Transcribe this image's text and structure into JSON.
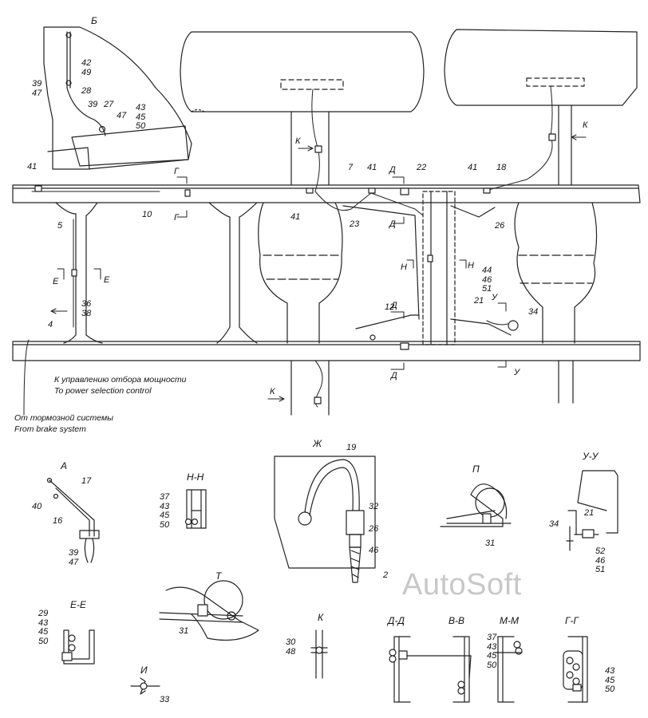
{
  "labels": {
    "n7": "7",
    "n41a": "41",
    "n41b": "41",
    "n41c": "41",
    "n41d": "41",
    "n22": "22",
    "n18": "18",
    "n10": "10",
    "n23": "23",
    "n26": "26",
    "n5": "5",
    "n12": "12",
    "n21": "21",
    "n34": "34",
    "n4": "4",
    "n39": "39",
    "n47": "47",
    "n28": "28",
    "n27": "27",
    "n40": "40",
    "n17": "17",
    "n16": "16",
    "n19": "19",
    "n32": "32",
    "n26b": "26",
    "n46": "46",
    "n2": "2",
    "n31a": "31",
    "n31b": "31",
    "n33": "33",
    "n21b": "21",
    "n34b": "34"
  },
  "cut_marks": {
    "g1": "Г",
    "g2": "Г",
    "d1": "Д",
    "d2": "Д",
    "d3": "Д",
    "d4": "Д",
    "h1": "Н",
    "h2": "Н",
    "e1": "Е",
    "e2": "Е",
    "u1": "У",
    "u2": "У",
    "k1": "К",
    "k2": "К",
    "k3": "К"
  },
  "stacks": {
    "b1": [
      "42",
      "49"
    ],
    "b2": [
      "43",
      "45",
      "50"
    ],
    "s4451": [
      "44",
      "46",
      "51"
    ],
    "s3638": [
      "36",
      "38"
    ],
    "a1": [
      "39",
      "47"
    ],
    "hh": [
      "37",
      "43",
      "45",
      "50"
    ],
    "uu": [
      "52",
      "46",
      "51"
    ],
    "ee": [
      "29",
      "43",
      "45",
      "50"
    ],
    "kk": [
      "30",
      "48"
    ],
    "mm": [
      "37",
      "43",
      "45",
      "50"
    ],
    "gg": [
      "43",
      "45",
      "50"
    ]
  },
  "view_titles": {
    "b": "Б",
    "a": "А",
    "hh": "Н-Н",
    "zh": "Ж",
    "p": "П",
    "uu": "У-У",
    "t": "Т",
    "ee": "Е-Е",
    "k": "К",
    "dd": "Д-Д",
    "vv": "В-В",
    "mm": "М-М",
    "gg": "Г-Г",
    "i": "И"
  },
  "notes": {
    "power_ru": "К управлению отбора мощности",
    "power_en": "To power selection control",
    "brake_ru": "От тормозной системы",
    "brake_en": "From brake system"
  },
  "watermark": "AutoSoft"
}
